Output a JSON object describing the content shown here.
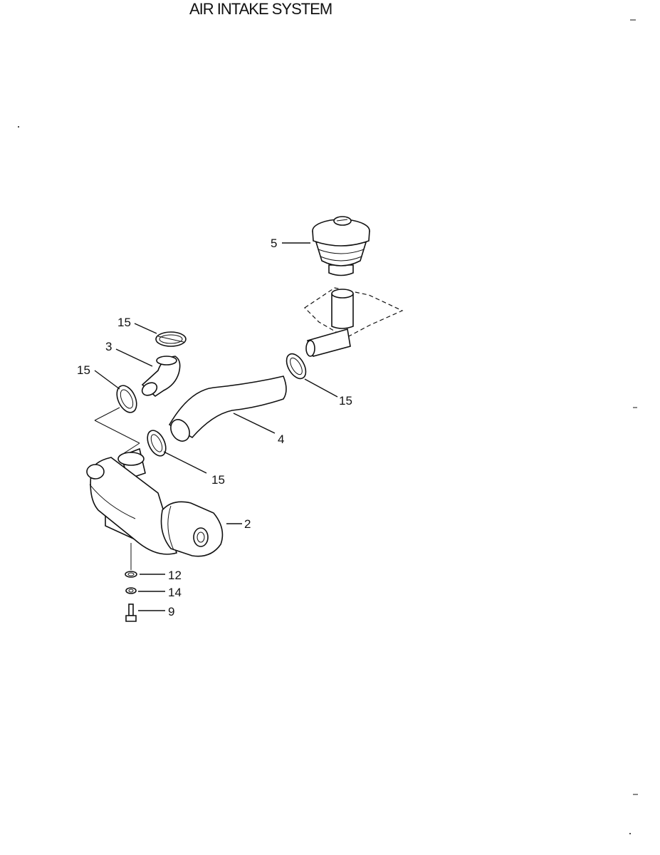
{
  "title": "AIR INTAKE SYSTEM",
  "callouts": {
    "c5": "5",
    "c15a": "15",
    "c3": "3",
    "c15b": "15",
    "c15c": "15",
    "c4": "4",
    "c15d": "15",
    "c2": "2",
    "c12": "12",
    "c14": "14",
    "c9": "9"
  }
}
